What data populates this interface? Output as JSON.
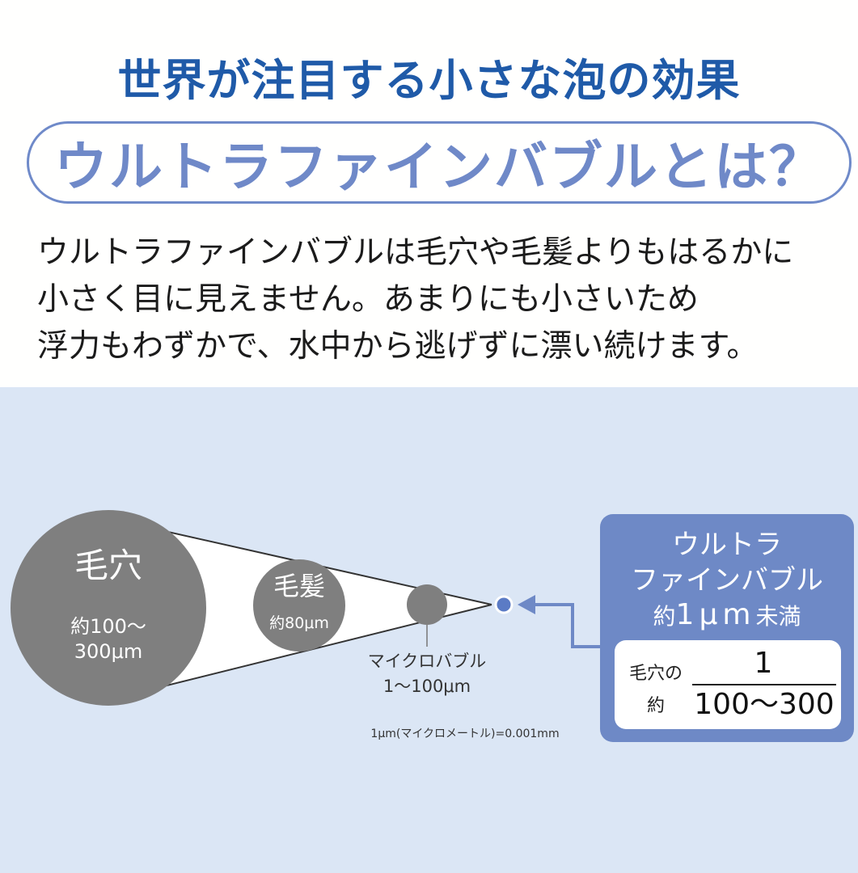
{
  "header": {
    "headline": "世界が注目する小さな泡の効果",
    "pill_title": "ウルトラファインバブルとは？"
  },
  "description": {
    "lines": [
      "ウルトラファインバブルは毛穴や毛髪よりもはるかに",
      "小さく目に見えません。あまりにも小さいため",
      "浮力もわずかで、水中から逃げずに漂い続けます。"
    ]
  },
  "diagram": {
    "pore": {
      "label": "毛穴",
      "size_line1": "約100〜",
      "size_line2": "300μm"
    },
    "hair": {
      "label": "毛髪",
      "size": "約80μm"
    },
    "microbubble": {
      "label": "マイクロバブル",
      "size": "1〜100μm"
    },
    "unit_note": "1μm(マイクロメートル)=0.001mm",
    "ultrafine": {
      "title_line1": "ウルトラ",
      "title_line2": "ファインバブル",
      "size_prefix": "約",
      "size_value": "1μm",
      "size_suffix": "未満",
      "ratio_prefix_line1": "毛穴の",
      "ratio_prefix_line2": "約",
      "ratio_numerator": "1",
      "ratio_denominator": "100〜300"
    },
    "colors": {
      "background": "#dbe6f5",
      "circle_gray": "#7f7f7f",
      "accent_blue": "#6e89c6",
      "headline_blue": "#1f5aa8"
    }
  }
}
